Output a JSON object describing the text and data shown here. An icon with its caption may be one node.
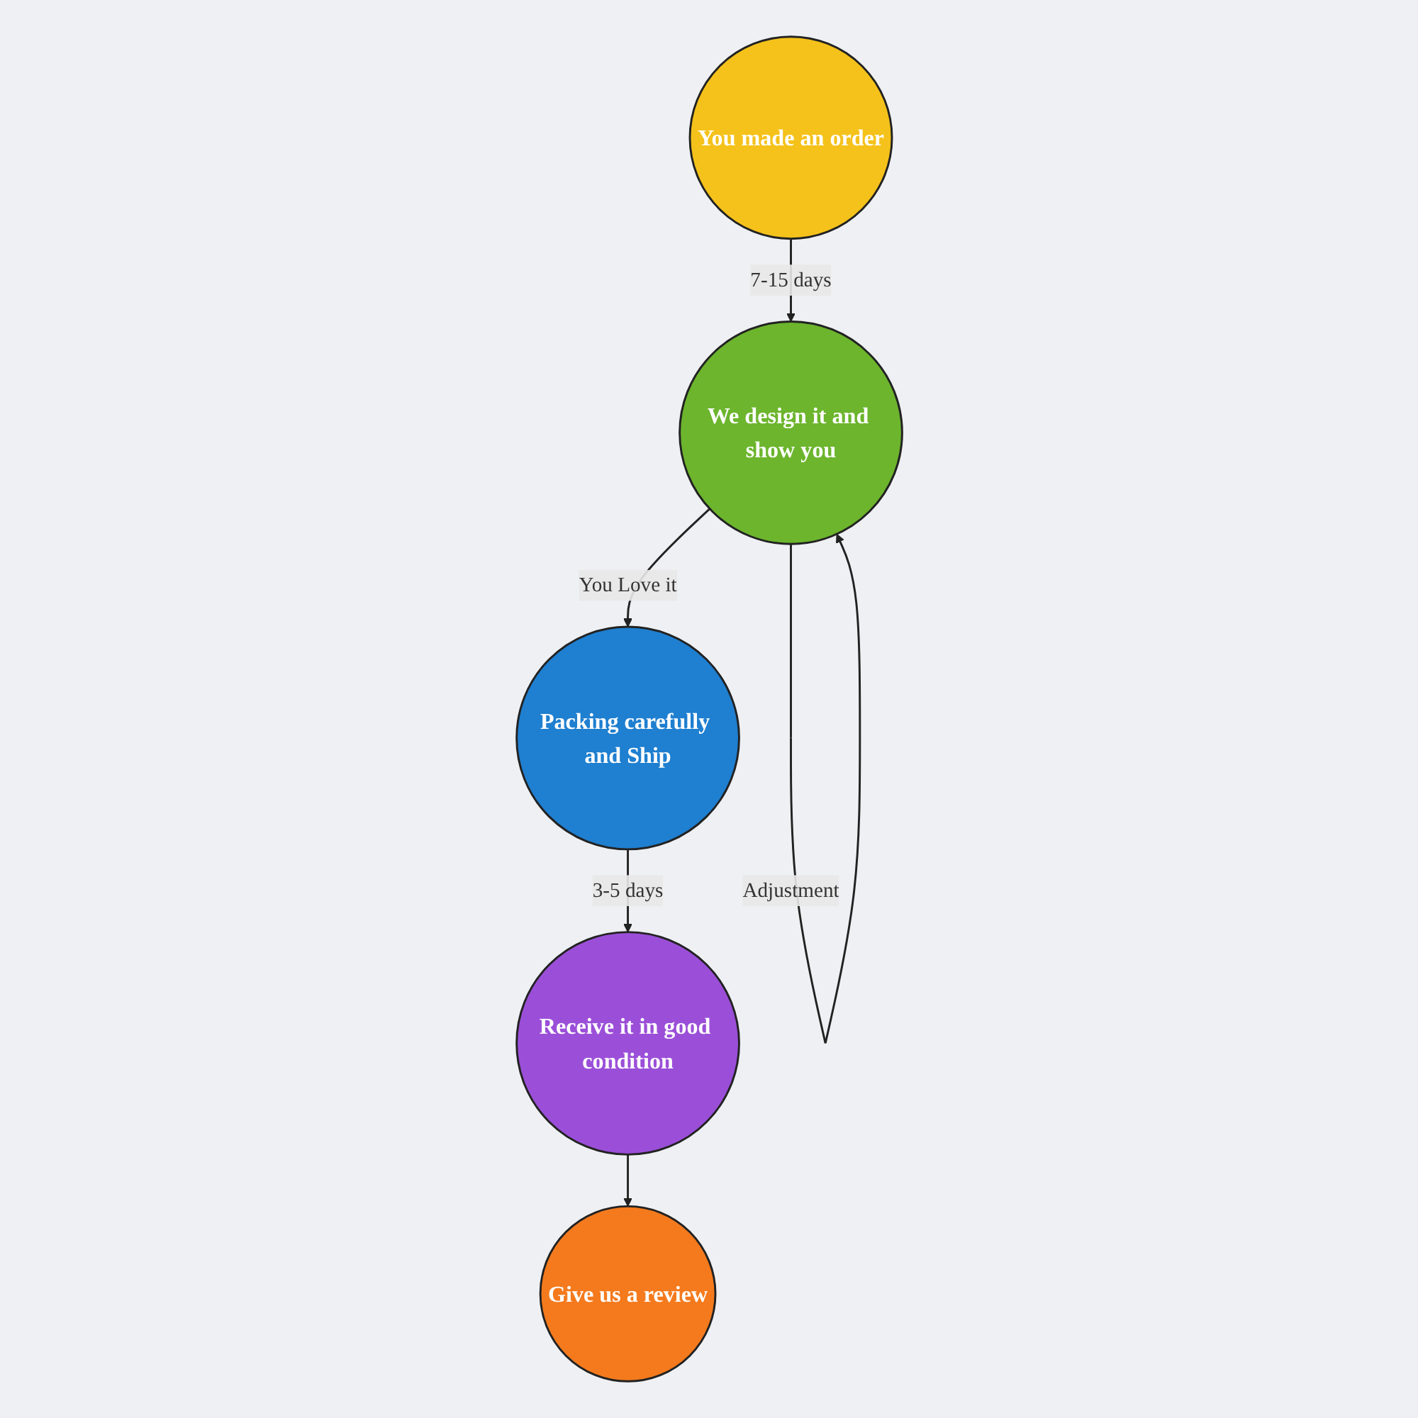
{
  "diagram": {
    "nodes": [
      {
        "text": [
          "You made an order"
        ]
      },
      {
        "text": [
          "We design it and show you"
        ]
      },
      {
        "text": [
          "Packing carefully and Ship"
        ]
      },
      {
        "text": [
          "Receive it in good condition"
        ]
      },
      {
        "text": [
          "Give us a review"
        ]
      }
    ],
    "edges": [
      {
        "from": 0,
        "to": 1,
        "arrow": "to",
        "label": "7-15 days"
      },
      {
        "from": 1,
        "to": 1,
        "arrow": "to",
        "label": "Adjustment"
      },
      {
        "from": 1,
        "to": 2,
        "arrow": "to",
        "label": "You Love it"
      },
      {
        "from": 2,
        "to": 3,
        "arrow": "to",
        "label": "3-5 days"
      },
      {
        "from": 3,
        "to": 4,
        "arrow": "to"
      }
    ]
  }
}
